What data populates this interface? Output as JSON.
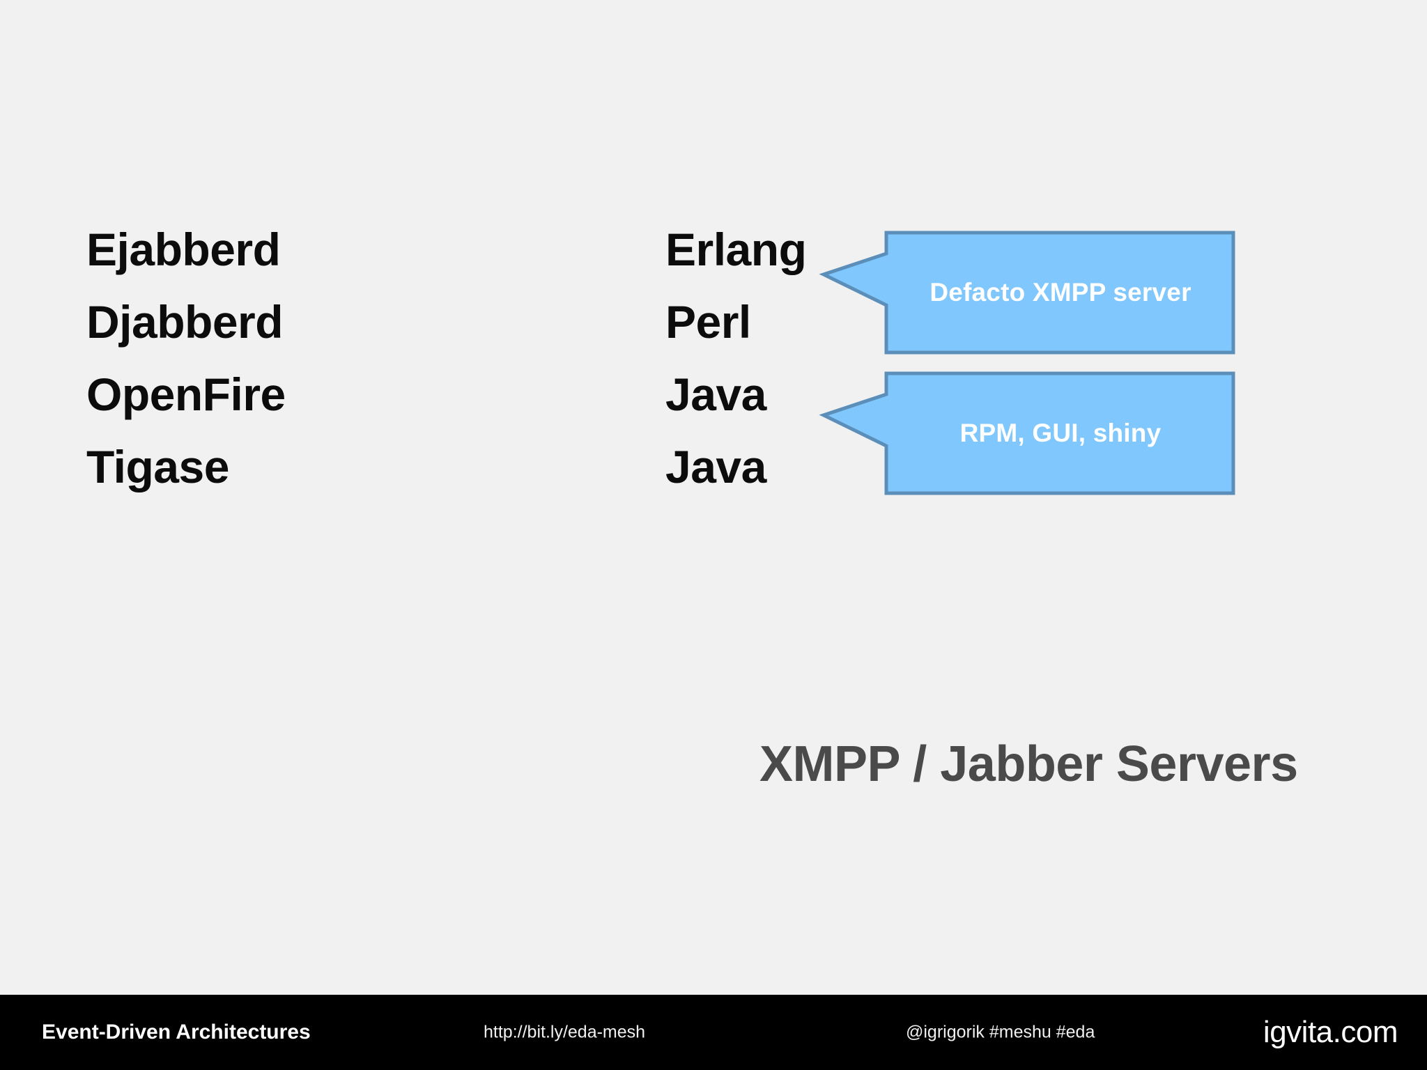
{
  "slide": {
    "background_color": "#F1F1F1",
    "title": "XMPP / Jabber Servers",
    "title_color": "#4A4A4A"
  },
  "servers": [
    {
      "name": "Ejabberd",
      "language": "Erlang"
    },
    {
      "name": "Djabberd",
      "language": "Perl"
    },
    {
      "name": "OpenFire",
      "language": "Java"
    },
    {
      "name": "Tigase",
      "language": "Java"
    }
  ],
  "callouts": [
    {
      "text": "Defacto XMPP server",
      "fill_color": "#7FC7FC",
      "border_color": "#5B8FB9",
      "text_color": "#FFFFFF"
    },
    {
      "text": "RPM, GUI, shiny",
      "fill_color": "#7FC7FC",
      "border_color": "#5B8FB9",
      "text_color": "#FFFFFF"
    }
  ],
  "footer": {
    "background_color": "#000000",
    "deck_title": "Event-Driven Architectures",
    "url": "http://bit.ly/eda-mesh",
    "handle": "@igrigorik #meshu #eda",
    "brand": "igvita.com"
  }
}
